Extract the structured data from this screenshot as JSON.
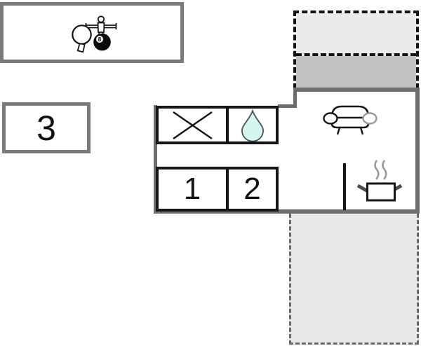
{
  "colors": {
    "wall": "#6e6e6e",
    "box_border": "#7b7b7b",
    "room_border": "#161616",
    "terrace_fill": "#e9e9e9",
    "balcony_upper_fill": "#ebebeb",
    "balcony_lower_fill": "#c2c2c2",
    "terrace_dash": "#6a6a6a",
    "balcony_dash": "#141414",
    "drop_fill": "#d6f4f0",
    "drop_stroke": "#4f5b5a",
    "steam_stroke": "#9a9a9a",
    "label": "#111111"
  },
  "floorplan": {
    "game_room": {
      "eight_ball_label": "8"
    },
    "annex": {
      "label": "3"
    },
    "bedroom_1": {
      "label": "1"
    },
    "bedroom_2": {
      "label": "2"
    }
  }
}
